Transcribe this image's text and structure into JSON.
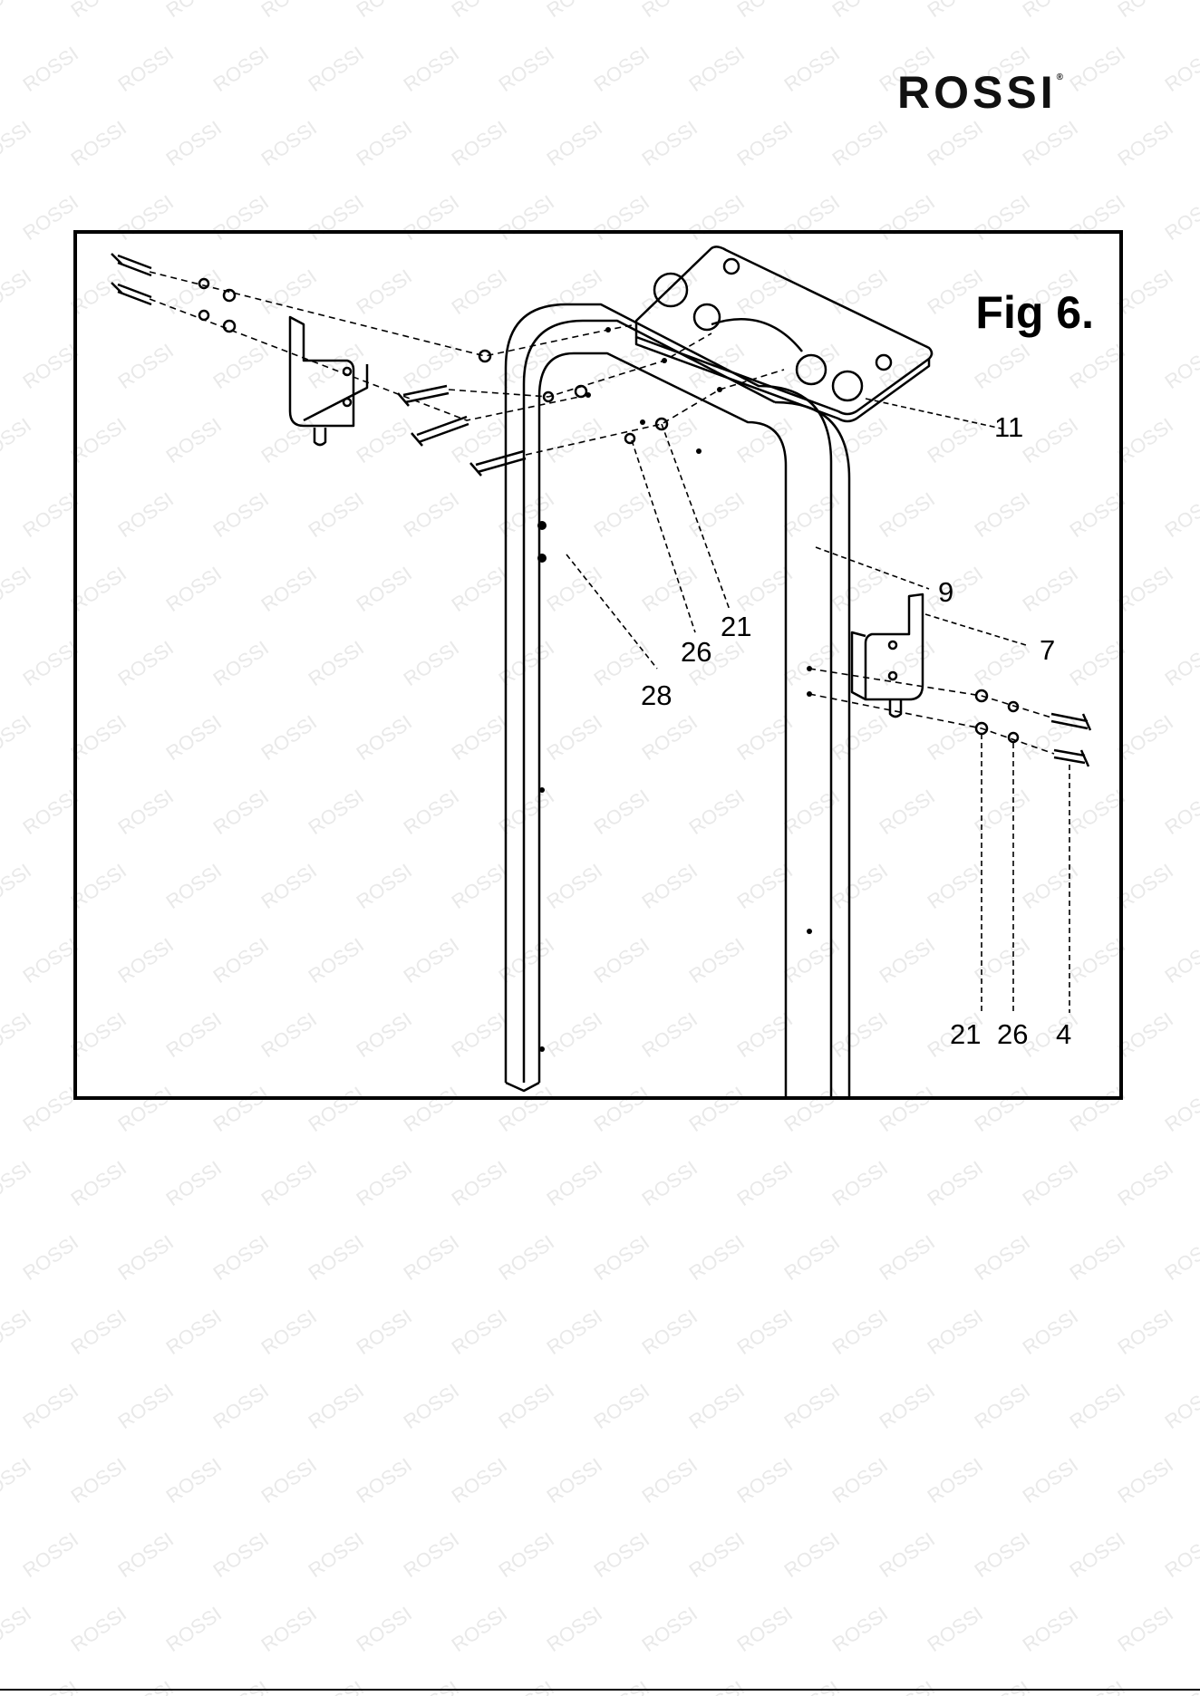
{
  "brand": {
    "logo_text": "ROSSI",
    "registered_mark": "®",
    "watermark_text": "ROSSI",
    "colors": {
      "ink": "#000000",
      "watermark": "#e9e9e9",
      "background": "#ffffff"
    }
  },
  "figure": {
    "title": "Fig 6.",
    "callouts": {
      "c11": "11",
      "c9": "9",
      "c7": "7",
      "c21_top": "21",
      "c26_top": "26",
      "c28": "28",
      "c21_bottom": "21",
      "c26_bottom": "26",
      "c4": "4"
    }
  }
}
